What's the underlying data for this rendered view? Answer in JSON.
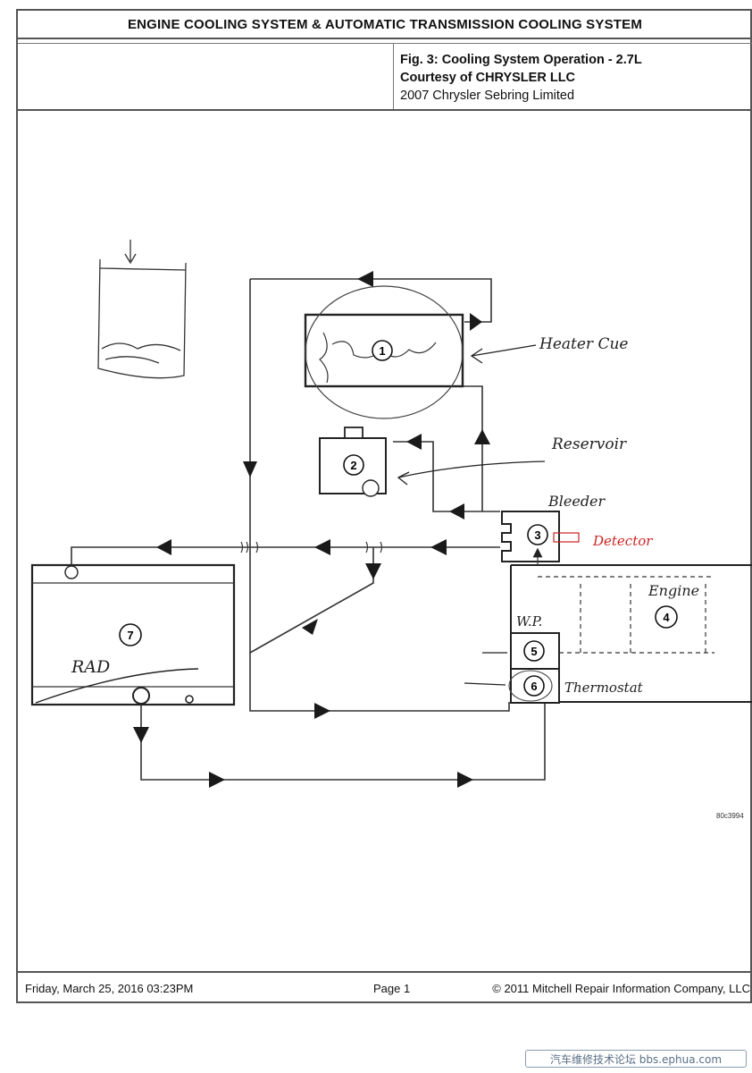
{
  "title": "ENGINE COOLING SYSTEM & AUTOMATIC TRANSMISSION COOLING SYSTEM",
  "header": {
    "fig_caption": "Fig. 3: Cooling System Operation - 2.7L",
    "courtesy": "Courtesy of CHRYSLER LLC",
    "vehicle": "2007 Chrysler Sebring Limited"
  },
  "diagram": {
    "components": [
      {
        "number": "1"
      },
      {
        "number": "2"
      },
      {
        "number": "3"
      },
      {
        "number": "4"
      },
      {
        "number": "5"
      },
      {
        "number": "6"
      },
      {
        "number": "7"
      }
    ],
    "annotations": {
      "heater_core": "Heater Cue",
      "reservoir": "Reservoir",
      "bleeder": "Bleeder",
      "detector": "Detector",
      "engine": "Engine",
      "water_pump": "W.P.",
      "thermostat": "Thermostat",
      "radiator": "RAD"
    },
    "image_code": "80c3994"
  },
  "footer": {
    "date": "Friday, March 25, 2016  03:23PM",
    "page": "Page 1",
    "copyright": "© 2011 Mitchell Repair Information Company, LLC"
  },
  "watermark": "汽车维修技术论坛 bbs.ephua.com",
  "colors": {
    "line": "#333333",
    "handwriting": "#222222",
    "detector": "#cc2222"
  }
}
